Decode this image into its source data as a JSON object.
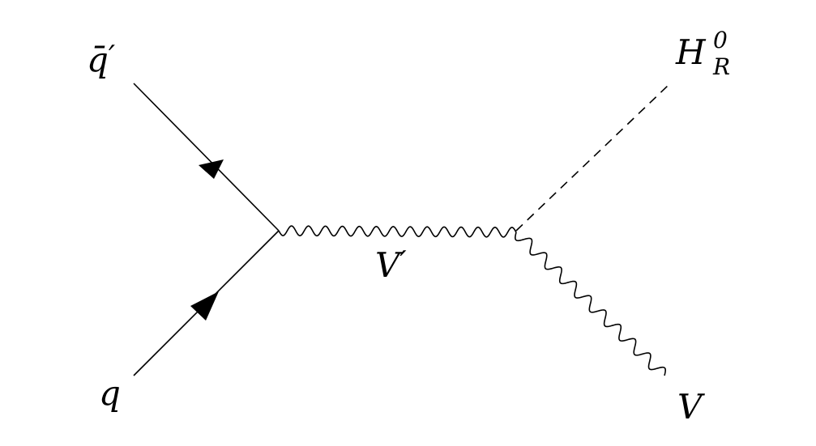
{
  "labels": {
    "antiquark_symbol": "q̄",
    "antiquark_prime": "′",
    "quark": "q",
    "propagator_symbol": "V",
    "propagator_prime": "′",
    "higgs_symbol": "H",
    "higgs_superscript": "0",
    "higgs_subscript": "R",
    "boson": "V"
  }
}
